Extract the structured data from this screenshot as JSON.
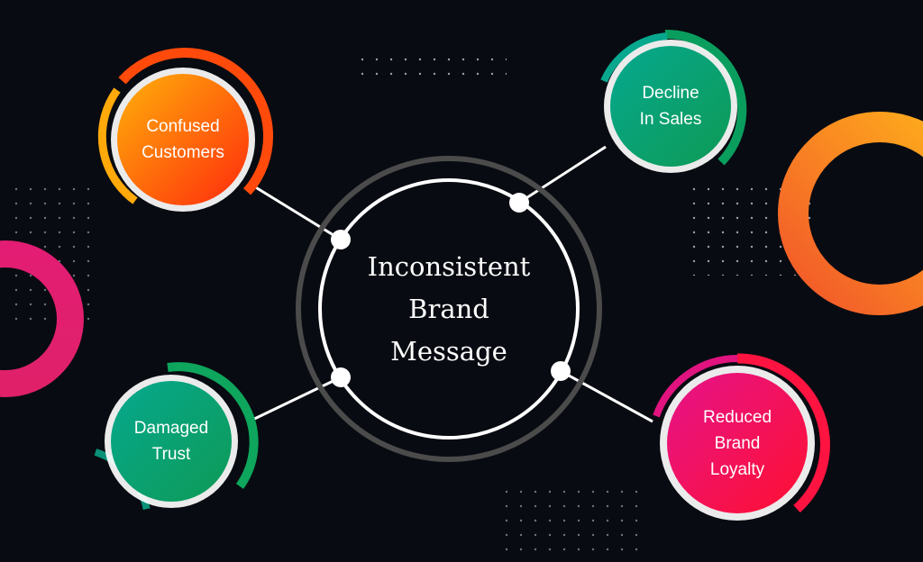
{
  "center": {
    "lines": [
      "Inconsistent",
      "Brand",
      "Message"
    ]
  },
  "nodes": [
    {
      "id": "confused-customers",
      "lines": [
        "Confused",
        "Customers"
      ],
      "colors": [
        "#ffb10a",
        "#ff2a0c"
      ]
    },
    {
      "id": "decline-in-sales",
      "lines": [
        "Decline",
        "In Sales"
      ],
      "colors": [
        "#06a88f",
        "#0a8f73"
      ]
    },
    {
      "id": "damaged-trust",
      "lines": [
        "Damaged",
        "Trust"
      ],
      "colors": [
        "#10a88c",
        "#0a8e72"
      ]
    },
    {
      "id": "reduced-brand-loyalty",
      "lines": [
        "Reduced",
        "Brand",
        "Loyalty"
      ],
      "colors": [
        "#e5138a",
        "#ff1030"
      ]
    }
  ],
  "theme": {
    "background": "#080b11",
    "connector": "#ffffff",
    "outer_ring": "#4b4b4b",
    "ring_orange": [
      "#ffb11b",
      "#f25e2a"
    ],
    "ring_pink": [
      "#e21d73",
      "#c4206d"
    ]
  }
}
